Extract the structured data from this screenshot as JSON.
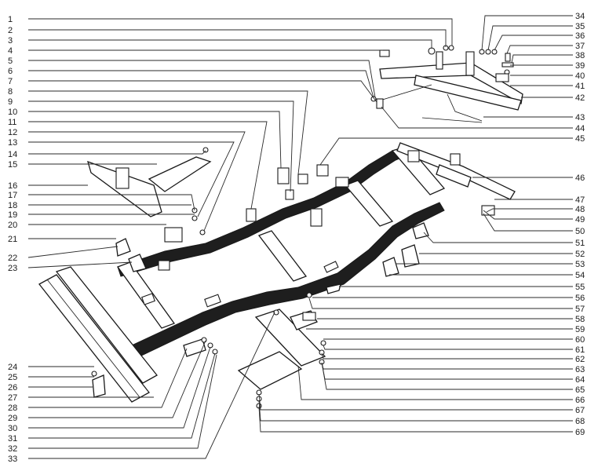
{
  "colors": {
    "ink": "#1a1a1a",
    "paper": "#ffffff"
  },
  "callouts": [
    {
      "n": "1"
    },
    {
      "n": "2"
    },
    {
      "n": "3"
    },
    {
      "n": "4"
    },
    {
      "n": "5"
    },
    {
      "n": "6"
    },
    {
      "n": "7"
    },
    {
      "n": "8"
    },
    {
      "n": "9"
    },
    {
      "n": "10"
    },
    {
      "n": "11"
    },
    {
      "n": "12"
    },
    {
      "n": "13"
    },
    {
      "n": "14"
    },
    {
      "n": "15"
    },
    {
      "n": "16"
    },
    {
      "n": "17"
    },
    {
      "n": "18"
    },
    {
      "n": "19"
    },
    {
      "n": "20"
    },
    {
      "n": "21"
    },
    {
      "n": "22"
    },
    {
      "n": "23"
    },
    {
      "n": "24"
    },
    {
      "n": "25"
    },
    {
      "n": "26"
    },
    {
      "n": "27"
    },
    {
      "n": "28"
    },
    {
      "n": "29"
    },
    {
      "n": "30"
    },
    {
      "n": "31"
    },
    {
      "n": "32"
    },
    {
      "n": "33"
    },
    {
      "n": "34"
    },
    {
      "n": "35"
    },
    {
      "n": "36"
    },
    {
      "n": "37"
    },
    {
      "n": "38"
    },
    {
      "n": "39"
    },
    {
      "n": "40"
    },
    {
      "n": "41"
    },
    {
      "n": "42"
    },
    {
      "n": "43"
    },
    {
      "n": "44"
    },
    {
      "n": "45"
    },
    {
      "n": "46"
    },
    {
      "n": "47"
    },
    {
      "n": "48"
    },
    {
      "n": "49"
    },
    {
      "n": "50"
    },
    {
      "n": "51"
    },
    {
      "n": "52"
    },
    {
      "n": "53"
    },
    {
      "n": "54"
    },
    {
      "n": "55"
    },
    {
      "n": "56"
    },
    {
      "n": "57"
    },
    {
      "n": "58"
    },
    {
      "n": "59"
    },
    {
      "n": "60"
    },
    {
      "n": "61"
    },
    {
      "n": "62"
    },
    {
      "n": "63"
    },
    {
      "n": "64"
    },
    {
      "n": "65"
    },
    {
      "n": "66"
    },
    {
      "n": "67"
    },
    {
      "n": "68"
    },
    {
      "n": "69"
    }
  ]
}
